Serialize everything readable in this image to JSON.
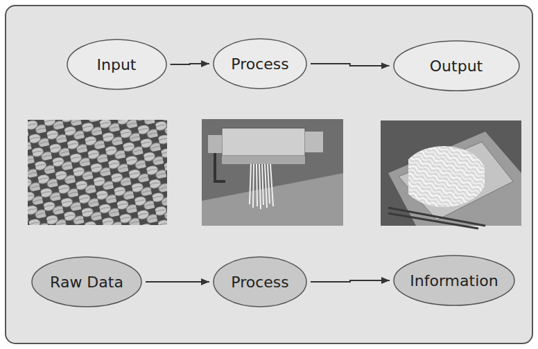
{
  "diagram": {
    "nodes": [
      {
        "text": [
          "Input"
        ]
      },
      {
        "text": [
          "Process"
        ]
      },
      {
        "text": [
          "Output"
        ]
      },
      {
        "text": [
          "Raw Data"
        ]
      },
      {
        "text": [
          "Process"
        ]
      },
      {
        "text": [
          "Information"
        ]
      }
    ],
    "edges": [
      {
        "from": 0,
        "to": 1,
        "arrow": "to"
      },
      {
        "from": 1,
        "to": 2,
        "arrow": "to"
      },
      {
        "from": 3,
        "to": 4,
        "arrow": "to"
      },
      {
        "from": 4,
        "to": 5,
        "arrow": "to"
      }
    ]
  }
}
